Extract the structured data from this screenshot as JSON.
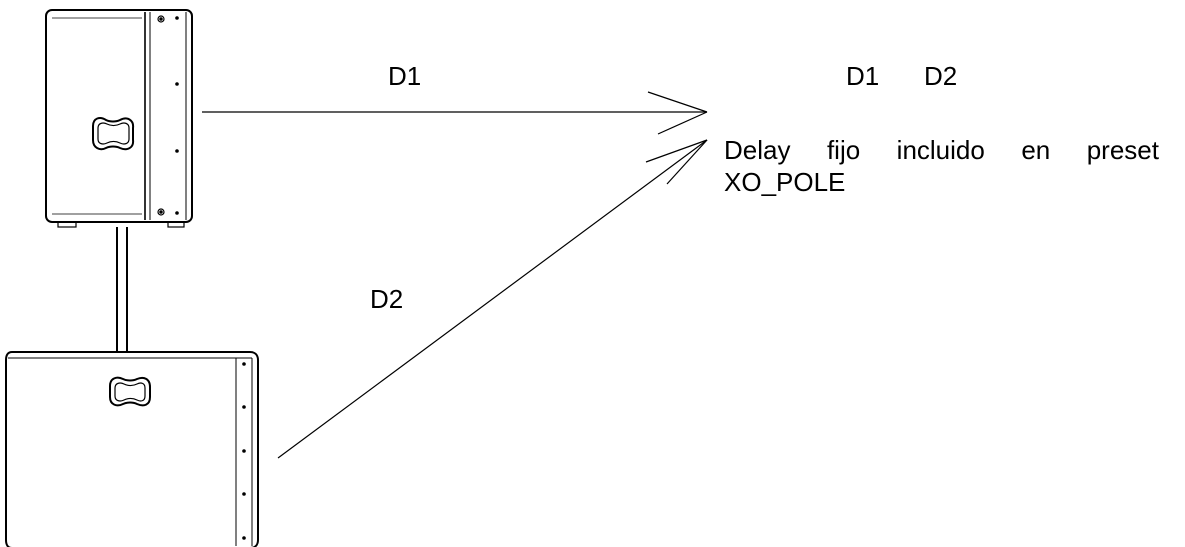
{
  "labels": {
    "path_top": "D1",
    "path_bottom": "D2",
    "result_d1": "D1",
    "result_d2": "D2"
  },
  "note": {
    "line1_words": [
      "Delay",
      "fijo",
      "incluido",
      "en",
      "preset"
    ],
    "line2": "XO_POLE"
  },
  "colors": {
    "stroke": "#000000",
    "background": "#ffffff"
  }
}
